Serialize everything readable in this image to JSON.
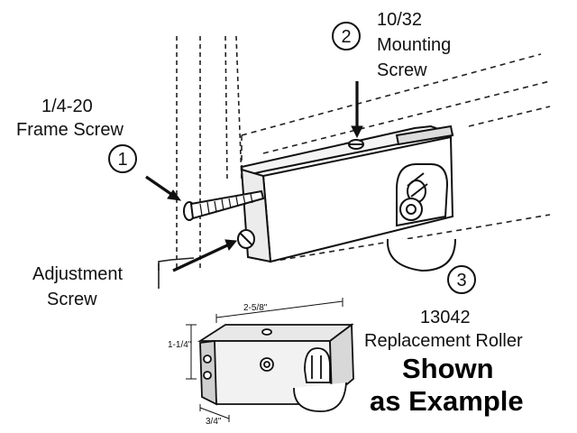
{
  "callouts": {
    "frame_screw": {
      "number": "1",
      "line1": "1/4-20",
      "line2": "Frame Screw"
    },
    "mounting_screw": {
      "number": "2",
      "line1": "10/32",
      "line2": "Mounting",
      "line3": "Screw"
    },
    "adjustment_screw": {
      "line1": "Adjustment",
      "line2": "Screw"
    },
    "roller": {
      "number": "3",
      "line1": "13042",
      "line2": "Replacement Roller"
    }
  },
  "example_note": {
    "line1": "Shown",
    "line2": "as Example"
  },
  "dimensions": {
    "length": "2-5/8\"",
    "height": "1-1/4\"",
    "width": "3/4\""
  }
}
